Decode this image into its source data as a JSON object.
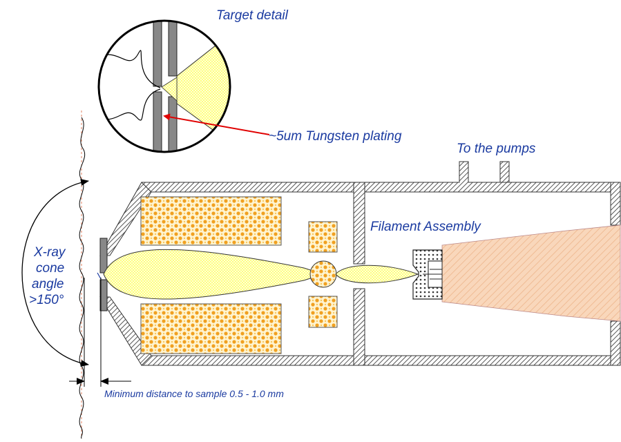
{
  "labels": {
    "target_detail": "Target detail",
    "tungsten": "~5um Tungsten plating",
    "pumps": "To the pumps",
    "filament": "Filament Assembly",
    "cone_1": "X-ray",
    "cone_2": "cone",
    "cone_3": "angle",
    "cone_4": ">150°",
    "min_distance": "Minimum distance to sample 0.5 - 1.0 mm"
  },
  "colors": {
    "annotation_text": "#1a3aa0",
    "arrow": "#e00000",
    "beam": "#ffff99",
    "coil_dot": "#f0a020",
    "wall_hatch": "#555555",
    "filament_body": "#f6cfae",
    "dashed_guide": "#e08060"
  }
}
